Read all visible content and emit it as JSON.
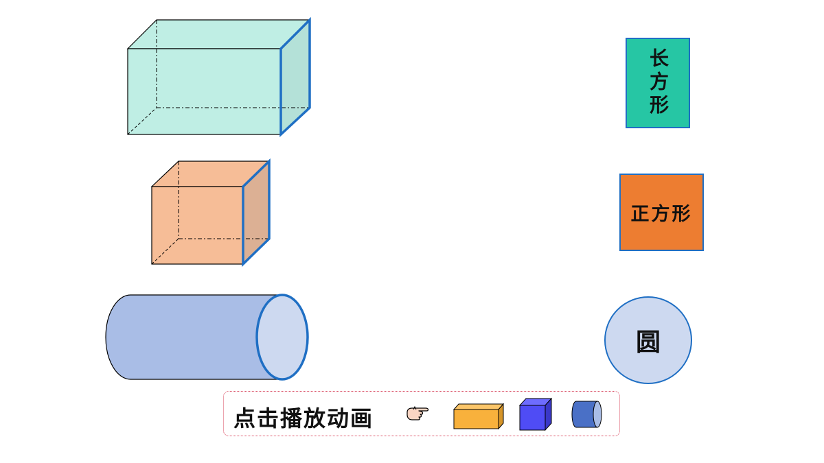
{
  "labels": {
    "rectangle": "长方形",
    "square": "正方形",
    "circle": "圆"
  },
  "toolbar": {
    "text": "点击播放动画"
  },
  "colors": {
    "cuboid_fill": "#bfeee4",
    "cuboid_side": "#b4e1d8",
    "cube_fill": "#f6bd97",
    "cube_side": "#dcb094",
    "cylinder_body": "#a9bde6",
    "cylinder_face": "#cdd9f0",
    "highlight_edge": "#1f6fc4",
    "rect_label_bg": "#26c6a4",
    "square_label_bg": "#ed7d31",
    "circle_label_bg": "#cdd9f0",
    "icon_box": "#f8b13c",
    "icon_cube": "#4f4cf5",
    "icon_cylinder": "#4a70c6"
  },
  "icons": [
    "pointing-hand-icon",
    "cuboid-icon",
    "cube-icon",
    "cylinder-icon"
  ]
}
